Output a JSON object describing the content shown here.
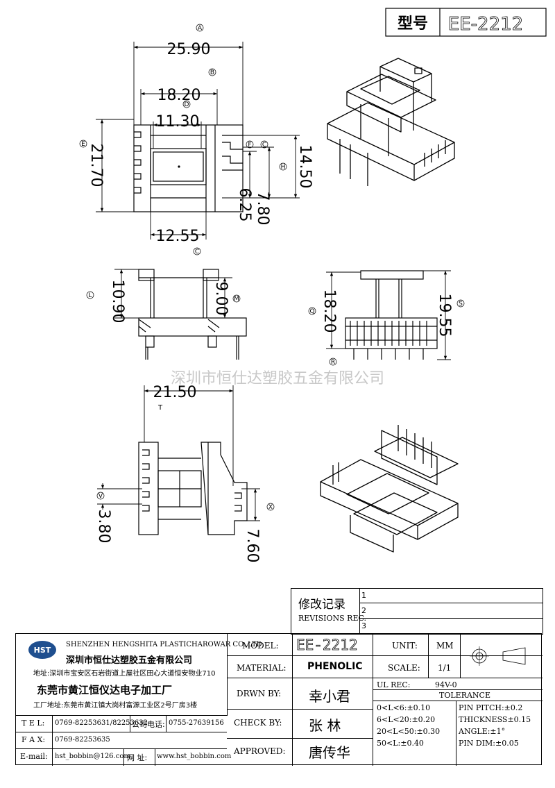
{
  "header": {
    "type_label": "型号",
    "model": "EE-2212"
  },
  "watermark": "深圳市恒仕达塑胶五金有限公司",
  "dimensions": {
    "A": "25.90",
    "B": "18.20",
    "D": "11.30",
    "E": "21.70",
    "H": "14.50",
    "F": "6.25",
    "C": "7.80",
    "G": "12.55",
    "L": "10.90",
    "M": "9.00",
    "Q": "18.20",
    "S": "19.55",
    "T": "21.50",
    "V": "3.80",
    "X": "7.60"
  },
  "callouts": [
    "A",
    "B",
    "D",
    "E",
    "F",
    "C",
    "H",
    "C",
    "L",
    "M",
    "Q",
    "S",
    "R",
    "T",
    "V",
    "X"
  ],
  "revisions": {
    "title_cn": "修改记录",
    "title_en": "REVISIONS REC.",
    "marks": [
      "1",
      "2",
      "3"
    ]
  },
  "company": {
    "logo": "HST",
    "name_en": "SHENZHEN HENGSHITA PLASTICHAROWAR CO.,LTD",
    "name_cn": "深圳市恒仕达塑胶五金有限公司",
    "address": "地址:深圳市宝安区石岩街道上屋社区田心大道恒安物业710",
    "factory_name": "东莞市黄江恒仪达电子加工厂",
    "factory_address": "工厂地址:东莞市黄江镇大岗村富源工业区2号厂房3楼"
  },
  "contacts": {
    "tel_label": "T E L:",
    "tel": "0769-82253631/82253632",
    "company_phone_label": "公司电话:",
    "company_phone": "0755-27639156",
    "fax_label": "F A X:",
    "fax": "0769-82253635",
    "email_label": "E-mail:",
    "email": "hst_bobbin@126.com",
    "web_label": "网 址:",
    "web": "www.hst_bobbin.com"
  },
  "spec": {
    "model_label": "MODEL:",
    "model": "EE-2212",
    "material_label": "MATERIAL:",
    "material": "PHENOLIC",
    "drawn_label": "DRWN BY:",
    "drawn": "幸小君",
    "check_label": "CHECK BY:",
    "check": "张  林",
    "approved_label": "APPROVED:",
    "approved": "唐传华",
    "unit_label": "UNIT:",
    "unit": "MM",
    "scale_label": "SCALE:",
    "scale": "1/1",
    "ul_label": "UL REC:",
    "ul": "94V-0",
    "tolerance_label": "TOLERANCE",
    "tol": [
      "0<L<6:±0.10",
      "6<L<20:±0.20",
      "20<L<50:±0.30",
      "50<L:±0.40"
    ],
    "tol2": [
      "PIN PITCH:±0.2",
      "THICKNESS±0.15",
      "ANGLE:±1°",
      "PIN DIM:±0.05"
    ]
  },
  "colors": {
    "line": "#000000",
    "watermark": "#c8c8c8"
  }
}
